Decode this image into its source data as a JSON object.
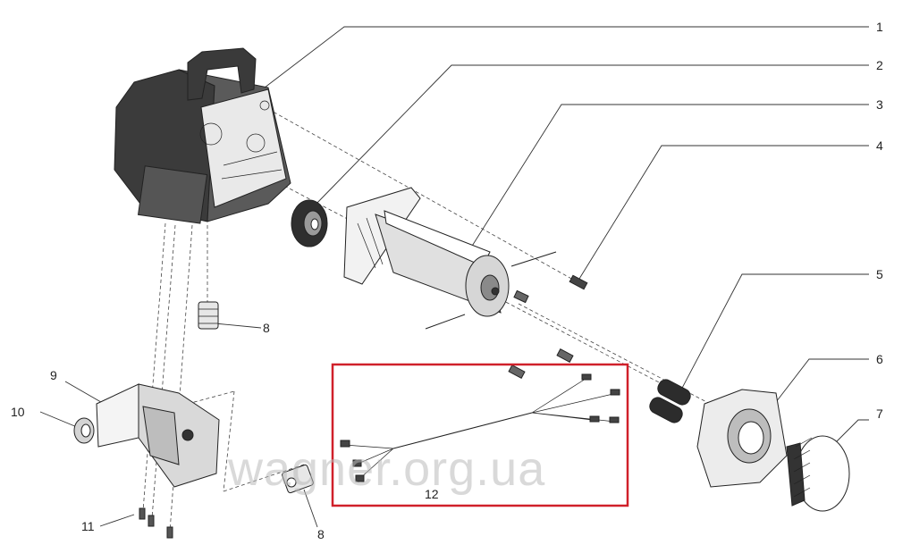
{
  "diagram": {
    "callouts": [
      {
        "id": "1",
        "label": "1"
      },
      {
        "id": "2",
        "label": "2"
      },
      {
        "id": "3",
        "label": "3"
      },
      {
        "id": "4",
        "label": "4"
      },
      {
        "id": "5",
        "label": "5"
      },
      {
        "id": "6",
        "label": "6"
      },
      {
        "id": "7",
        "label": "7"
      },
      {
        "id": "8a",
        "label": "8"
      },
      {
        "id": "8b",
        "label": "8"
      },
      {
        "id": "9",
        "label": "9"
      },
      {
        "id": "10",
        "label": "10"
      },
      {
        "id": "11",
        "label": "11"
      },
      {
        "id": "12",
        "label": "12"
      }
    ],
    "watermark": "wagner.org.ua",
    "highlight_color": "#d0202a"
  }
}
